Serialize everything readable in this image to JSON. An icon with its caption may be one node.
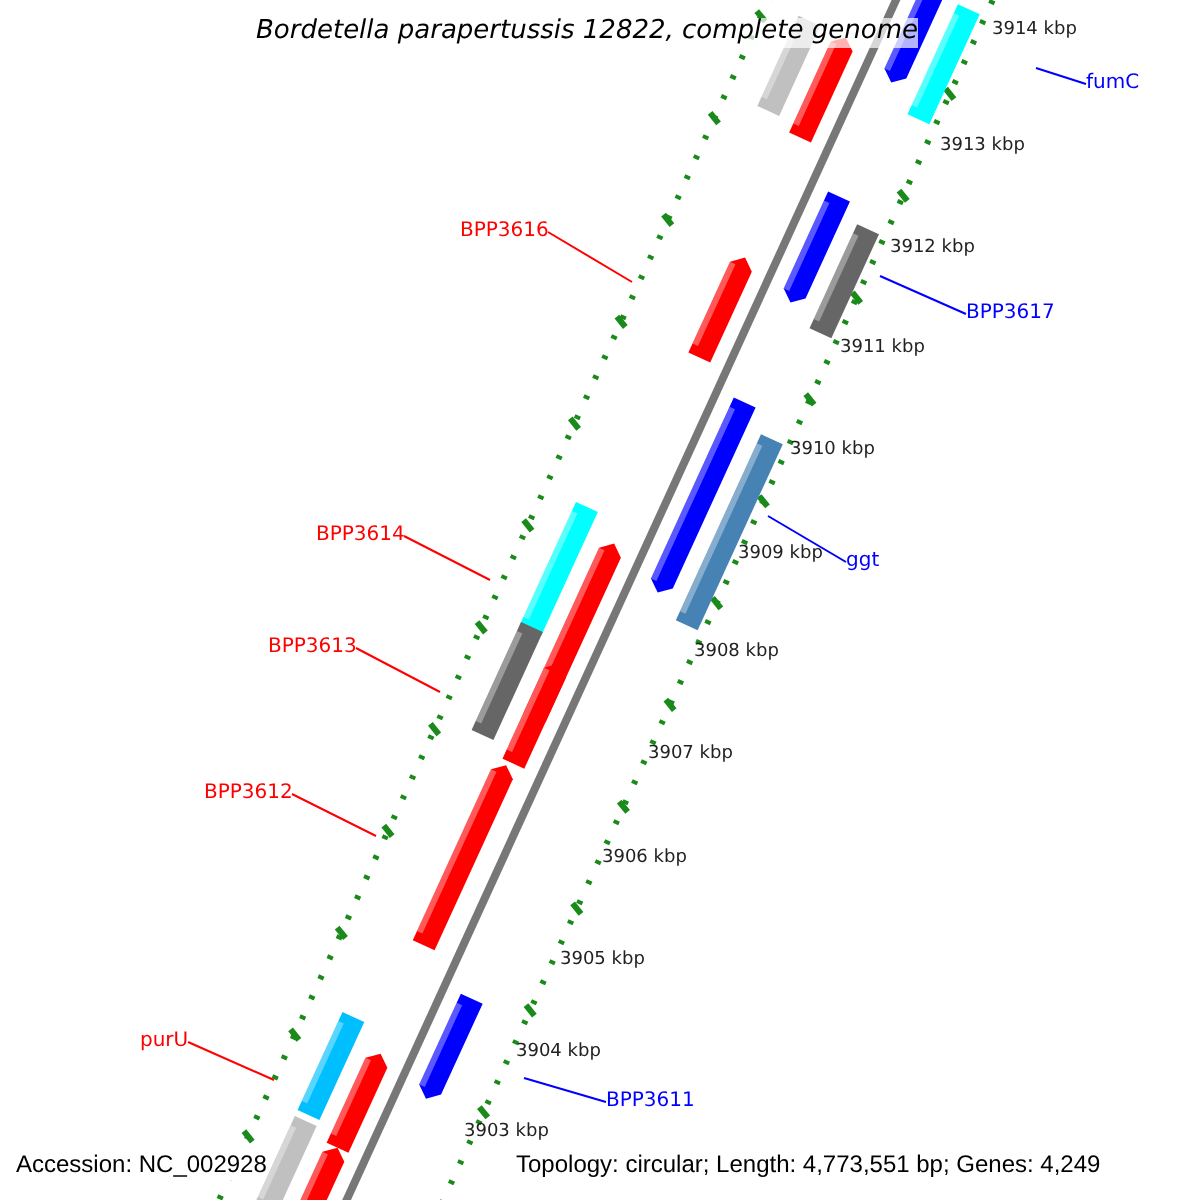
{
  "diagram": {
    "title": "Bordetella parapertussis 12822, complete genome",
    "nodes": [
      {
        "text": [
          "fumC"
        ]
      },
      {
        "text": [
          "BPP3617"
        ]
      },
      {
        "text": [
          "BPP3616"
        ]
      },
      {
        "text": [
          "ggt"
        ]
      },
      {
        "text": [
          "BPP3614"
        ]
      },
      {
        "text": [
          "BPP3613"
        ]
      },
      {
        "text": [
          "BPP3612"
        ]
      },
      {
        "text": [
          "purU"
        ]
      },
      {
        "text": [
          "BPP3611"
        ]
      }
    ],
    "edges": [
      {
        "from": 0,
        "to": null,
        "arrow": "none",
        "color": "#0000ff"
      },
      {
        "from": 1,
        "to": null,
        "arrow": "none",
        "color": "#0000ff"
      },
      {
        "from": 2,
        "to": null,
        "arrow": "none"
      },
      {
        "from": 3,
        "to": null,
        "arrow": "none",
        "color": "#0000ff"
      },
      {
        "from": 4,
        "to": null,
        "arrow": "none"
      },
      {
        "from": 5,
        "to": null,
        "arrow": "none"
      },
      {
        "from": 6,
        "to": null,
        "arrow": "none"
      },
      {
        "from": 7,
        "to": null,
        "arrow": "none"
      },
      {
        "from": 8,
        "to": null,
        "arrow": "none",
        "color": "#0000ff"
      }
    ],
    "labels": [
      "3914 kbp",
      "3913 kbp",
      "3912 kbp",
      "3911 kbp",
      "3910 kbp",
      "3909 kbp",
      "3908 kbp",
      "3907 kbp",
      "3906 kbp",
      "3905 kbp",
      "3904 kbp",
      "3903 kbp",
      "Accession: NC_002928",
      "Topology: circular; Length: 4,773,551 bp; Genes: 4,249"
    ]
  }
}
